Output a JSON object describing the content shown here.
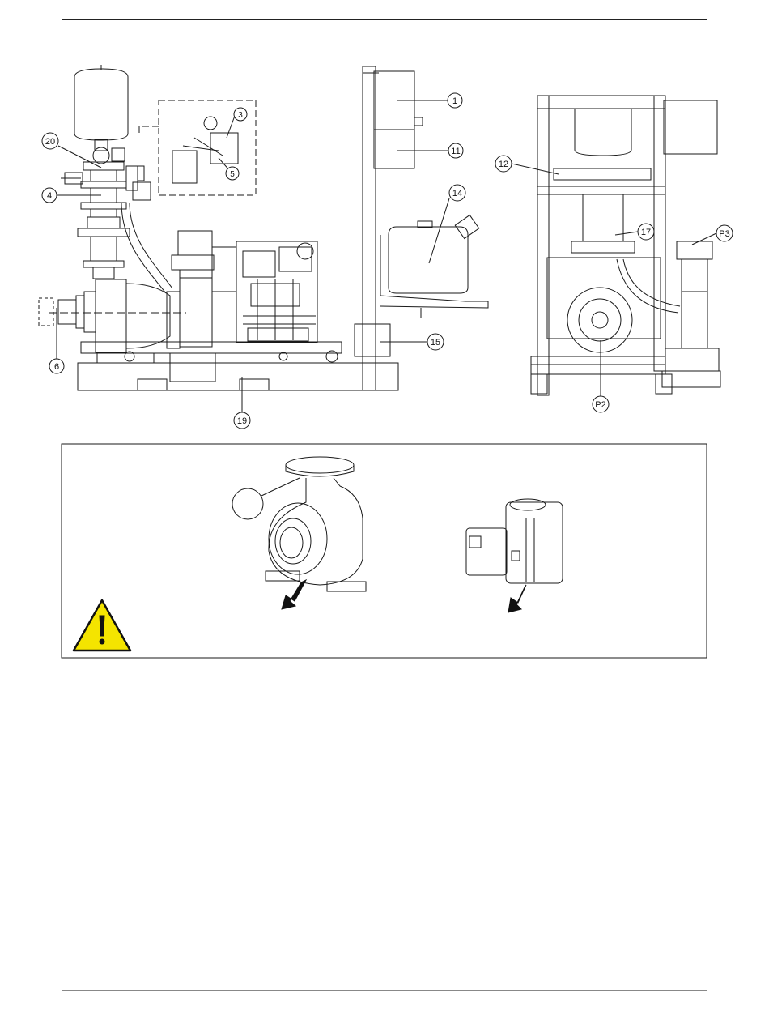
{
  "callouts": {
    "c1": "1",
    "c11": "11",
    "c3": "3",
    "c5": "5",
    "c20": "20",
    "c4": "4",
    "c14": "14",
    "c15": "15",
    "c6": "6",
    "c19": "19",
    "c12": "12",
    "c17": "17",
    "cP3": "P3",
    "cP2": "P2"
  },
  "colors": {
    "line": "#1a1a1a",
    "warning_fill": "#f4e400"
  },
  "icons": [
    "warning-triangle-icon",
    "arrow-indicator-icon"
  ]
}
